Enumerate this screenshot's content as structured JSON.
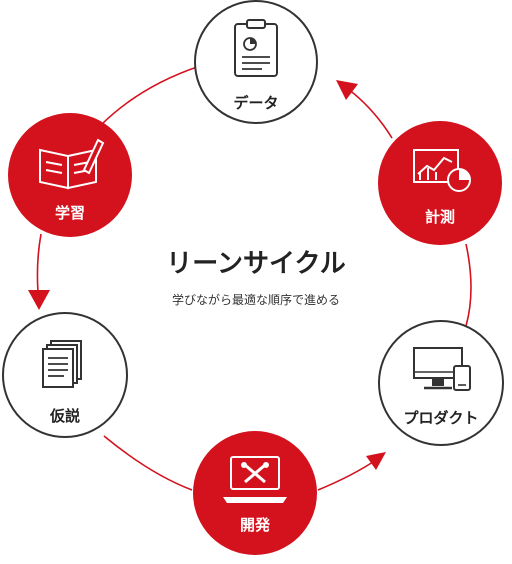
{
  "center": {
    "title": "リーンサイクル",
    "subtitle": "学びながら最適な順序で進める"
  },
  "colors": {
    "accent": "#d3121e",
    "outline": "#333333",
    "white": "#ffffff"
  },
  "nodes": {
    "data": {
      "label": "データ",
      "icon": "clipboard-pie-icon"
    },
    "measure": {
      "label": "計測",
      "icon": "chart-monitor-icon"
    },
    "product": {
      "label": "プロダクト",
      "icon": "desktop-phone-icon"
    },
    "develop": {
      "label": "開発",
      "icon": "laptop-tools-icon"
    },
    "hypothesis": {
      "label": "仮説",
      "icon": "documents-icon"
    },
    "learning": {
      "label": "学習",
      "icon": "book-pencil-icon"
    }
  }
}
